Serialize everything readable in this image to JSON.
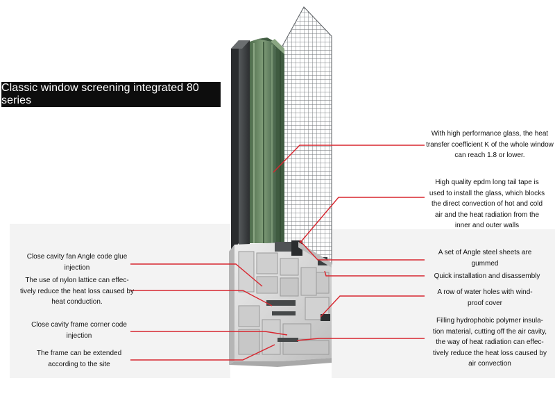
{
  "title": "Classic window screening integrated 80 series",
  "colors": {
    "leader_line": "#d8262f",
    "title_bg": "#0d0d0d",
    "frame_dark": "#3f4244",
    "glass": "#5f7f5a",
    "profile": "#dcdcdc",
    "panel_bg": "#f3f3f3"
  },
  "callouts_left": [
    {
      "id": "fan-corner-glue",
      "lines": [
        "Close cavity fan Angle code glue",
        "injection"
      ]
    },
    {
      "id": "nylon-lattice",
      "lines": [
        "The use of nylon lattice can effec-",
        "tively reduce the heat loss caused by",
        "heat conduction."
      ]
    },
    {
      "id": "frame-corner-code",
      "lines": [
        "Close cavity frame corner code",
        "injection"
      ]
    },
    {
      "id": "frame-extended",
      "lines": [
        "The frame can be extended",
        "according to the site"
      ]
    }
  ],
  "callouts_right": [
    {
      "id": "glass-k",
      "lines": [
        "With high performance glass, the heat",
        "transfer coefficient K of the whole window",
        "can reach 1.8 or lower."
      ]
    },
    {
      "id": "epdm-tape",
      "lines": [
        "High quality epdm long tail tape is",
        "used to install the glass, which blocks",
        "the direct convection of hot and cold",
        "air and the heat radiation from the",
        "inner and outer walls"
      ]
    },
    {
      "id": "angle-steel",
      "lines": [
        "A set of Angle steel sheets are",
        "gummed"
      ]
    },
    {
      "id": "quick-install",
      "lines": [
        "Quick installation and disassembly"
      ]
    },
    {
      "id": "water-holes",
      "lines": [
        "A row of water holes with wind-",
        "proof cover"
      ]
    },
    {
      "id": "polymer-fill",
      "lines": [
        "Filling hydrophobic polymer insula-",
        "tion material, cutting off the air cavity,",
        "the way of heat radiation can effec-",
        "tively reduce the heat loss caused by",
        "air convection"
      ]
    }
  ]
}
